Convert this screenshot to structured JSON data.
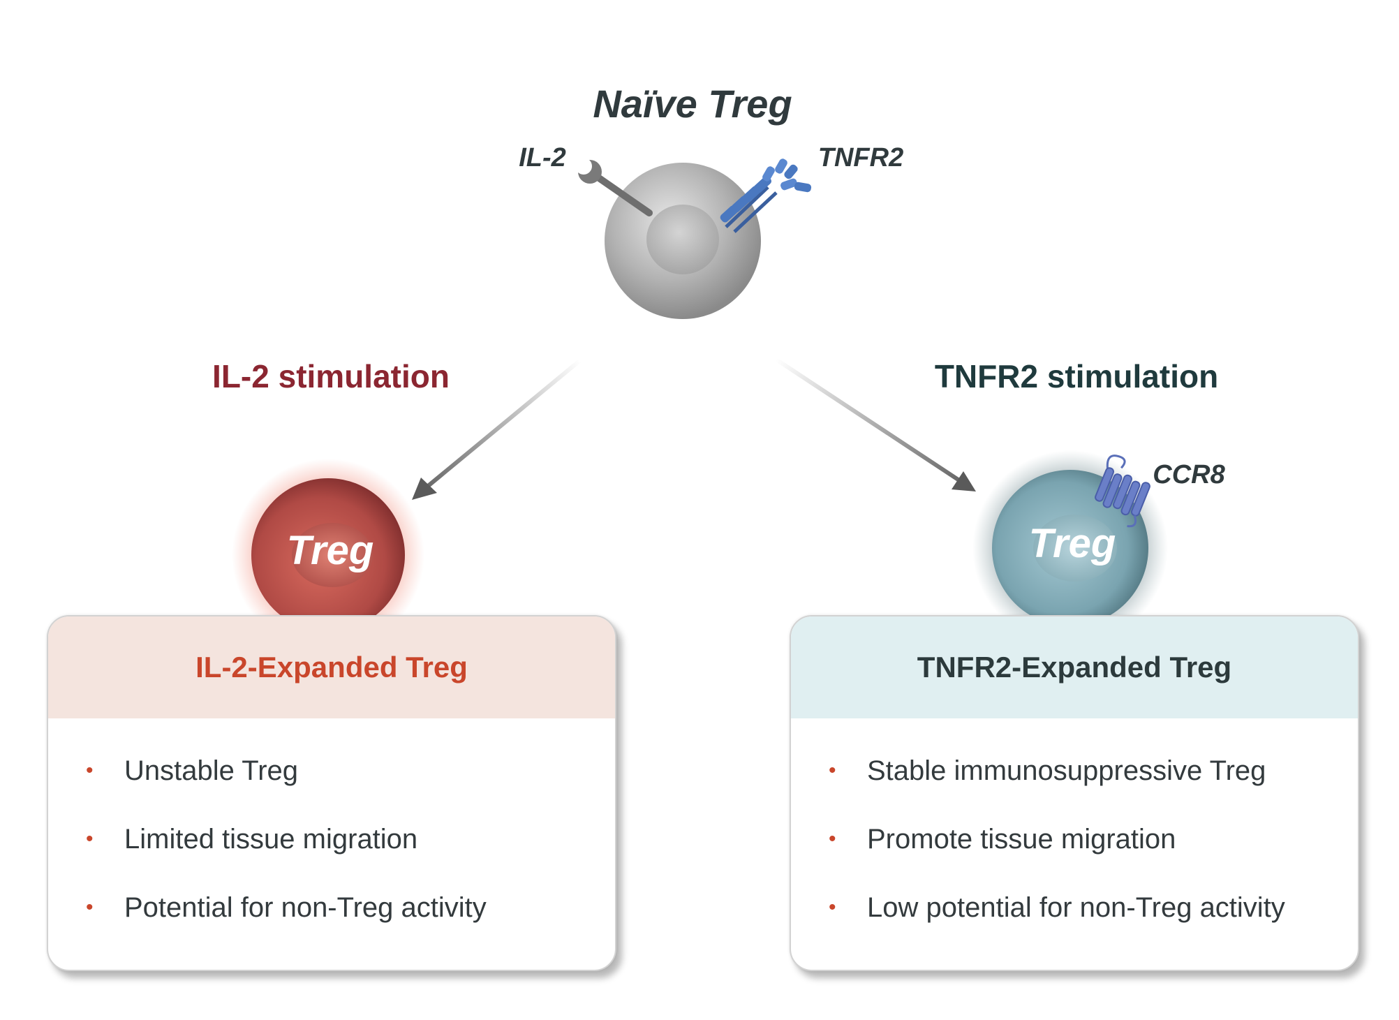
{
  "top": {
    "title": "Naïve Treg",
    "il2_label": "IL-2",
    "tnfr2_label": "TNFR2"
  },
  "left": {
    "stimulation": "IL-2 stimulation",
    "cell_label": "Treg",
    "panel_title": "IL-2-Expanded Treg",
    "bullets": [
      "Unstable Treg",
      "Limited tissue migration",
      "Potential for non-Treg activity"
    ]
  },
  "right": {
    "stimulation": "TNFR2 stimulation",
    "cell_label": "Treg",
    "ccr8_label": "CCR8",
    "panel_title": "TNFR2-Expanded Treg",
    "bullets": [
      "Stable immunosuppressive Treg",
      "Promote tissue migration",
      "Low potential for non-Treg activity"
    ]
  },
  "colors": {
    "il2_accent": "#c9462b",
    "il2_stim": "#8b2631",
    "tnfr2_stim": "#1f3a3d",
    "receptor_blue": "#4a78c0",
    "ccr8_blue": "#6a7fc8"
  }
}
